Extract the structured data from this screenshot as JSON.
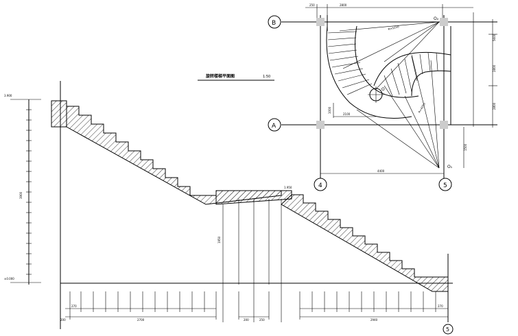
{
  "plan": {
    "title": "旋转楼梯平面图",
    "scale": "1:50",
    "axes": {
      "B": "B",
      "A": "A",
      "n4": "4",
      "n5": "5"
    },
    "points": {
      "o1": "O₁",
      "o2": "O₂",
      "o": "O"
    },
    "dims": {
      "top_a": "250",
      "top_b": "2800",
      "bottom": "4400",
      "left_small": "1000",
      "mid_small": "2100",
      "right_a": "5600",
      "right_b": "2800",
      "right_c": "2800",
      "right_d": "1500",
      "radius_r1": "R=5250",
      "radius_r2": "R=4050"
    }
  },
  "section": {
    "elev_top": "3.900",
    "elev_bottom": "±0.000",
    "landing_elev": "1.950",
    "height_total": "3900",
    "mid_height": "1950",
    "left_run": "2700",
    "right_run": "2940",
    "landing_a": "200",
    "landing_b": "250",
    "step_width": "270",
    "left_end": "200",
    "right_end": "270",
    "axis5": "5"
  },
  "colors": {
    "line": "#000000",
    "column": "#cccccc"
  }
}
